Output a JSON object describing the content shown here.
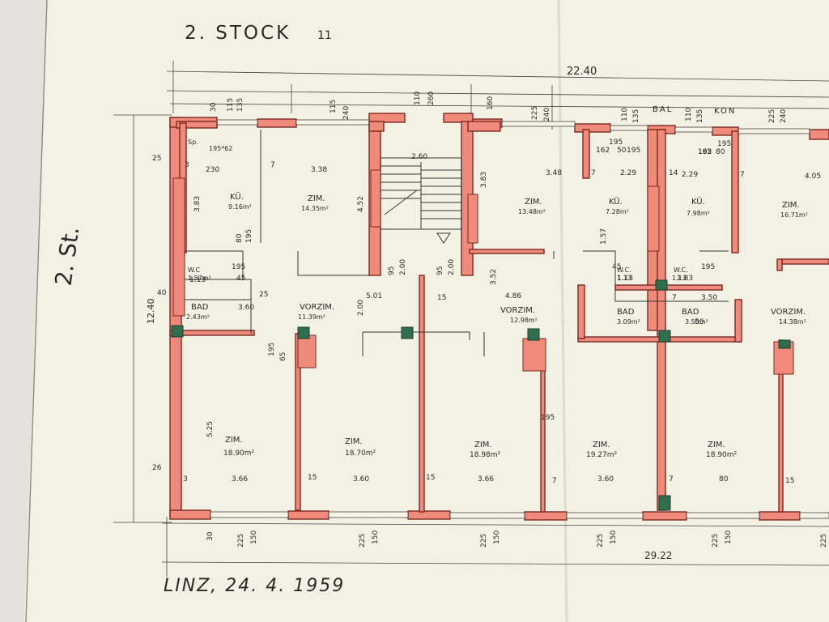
{
  "header": {
    "title": "2. STOCK",
    "title_mark": "11",
    "side_note": "2. St."
  },
  "footer": {
    "place_date": "LINZ, 24. 4. 1959"
  },
  "dimensions": {
    "overall_top": "22.40",
    "overall_bottom": "29.22",
    "height_left": "12.40",
    "left_segment": "5.25",
    "labels_top": [
      "30",
      "115",
      "135",
      "115",
      "240",
      "110",
      "260",
      "160",
      "225",
      "240",
      "110",
      "135",
      "110",
      "135",
      "225",
      "240"
    ],
    "labels_bottom": [
      "30",
      "225",
      "150",
      "225",
      "150",
      "225",
      "150",
      "225",
      "150",
      "225",
      "150",
      "225"
    ],
    "misc": [
      "25",
      "3",
      "40",
      "25",
      "26",
      "3",
      "230",
      "3.38",
      "3.48",
      "2.29",
      "2.29",
      "4.05",
      "3.83",
      "3.83",
      "4.52",
      "2.60",
      "5.01",
      "4.86",
      "3.52",
      "2.00",
      "2.00",
      "95",
      "95",
      "80",
      "195",
      "7",
      "7",
      "14",
      "7",
      "15",
      "15",
      "15",
      "7",
      "7",
      "15",
      "7",
      "3.60",
      "3.66",
      "3.60",
      "3.66",
      "3.60",
      "80",
      "195",
      "65",
      "195",
      "45",
      "45",
      "195",
      "1.57",
      "1.13",
      "1.13",
      "1.83",
      "2.00",
      "3.50",
      "50",
      "195",
      "50",
      "195",
      "195",
      "162",
      "195",
      "162",
      "80",
      "195"
    ]
  },
  "rooms": [
    {
      "name": "Sp.",
      "area": "195*62"
    },
    {
      "name": "KÜ.",
      "area": "9.16m²"
    },
    {
      "name": "ZIM.",
      "area": "14.35m²"
    },
    {
      "name": "ZIM.",
      "area": "13.48m²"
    },
    {
      "name": "KÜ.",
      "area": "7.28m²"
    },
    {
      "name": "KÜ.",
      "area": "7.98m²"
    },
    {
      "name": "ZIM.",
      "area": "16.71m²"
    },
    {
      "name": "W.C",
      "area": "1.57m²"
    },
    {
      "name": "BAD",
      "area": "2.43m²"
    },
    {
      "name": "VORZIM.",
      "area": "11.39m²"
    },
    {
      "name": "VORZIM.",
      "area": "12.98m²"
    },
    {
      "name": "W.C.",
      "area": "1.13"
    },
    {
      "name": "W.C.",
      "area": "1.13"
    },
    {
      "name": "BAD",
      "area": "3.09m²"
    },
    {
      "name": "BAD",
      "area": "3.50m²"
    },
    {
      "name": "VORZIM.",
      "area": "14.38m²"
    },
    {
      "name": "ZIM.",
      "area": "18.90m²"
    },
    {
      "name": "ZIM.",
      "area": "18.70m²"
    },
    {
      "name": "ZIM.",
      "area": "18.98m²"
    },
    {
      "name": "ZIM.",
      "area": "19.27m²"
    },
    {
      "name": "ZIM.",
      "area": "18.90m²"
    }
  ],
  "annotations": {
    "bal": "BAL",
    "kon": "KON"
  }
}
